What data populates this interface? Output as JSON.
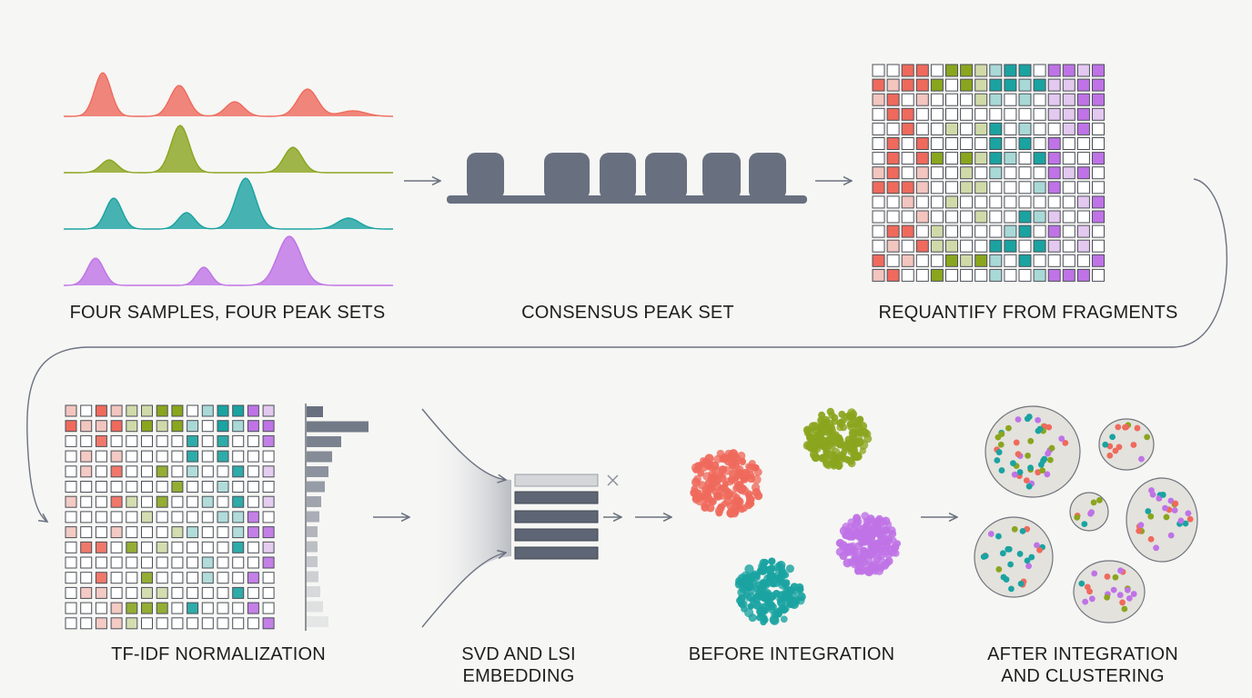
{
  "labels": {
    "four_samples": "FOUR SAMPLES, FOUR PEAK SETS",
    "consensus": "CONSENSUS PEAK SET",
    "requantify": "REQUANTIFY FROM FRAGMENTS",
    "tfidf": "TF-IDF NORMALIZATION",
    "svd_line1": "SVD AND LSI",
    "svd_line2": "EMBEDDING",
    "before": "BEFORE INTEGRATION",
    "after_line1": "AFTER INTEGRATION",
    "after_line2": "AND CLUSTERING"
  },
  "colors": {
    "red": "#ef6a5c",
    "green": "#8aa51e",
    "teal": "#1aa3a1",
    "purple": "#bf73e6",
    "slate": "#687080",
    "line": "#6b7280",
    "cluster_fill": "#e3e2dd"
  },
  "icons": {
    "flow_arrow": "arrow-right-icon",
    "dropped_component": "x-mark-icon"
  }
}
